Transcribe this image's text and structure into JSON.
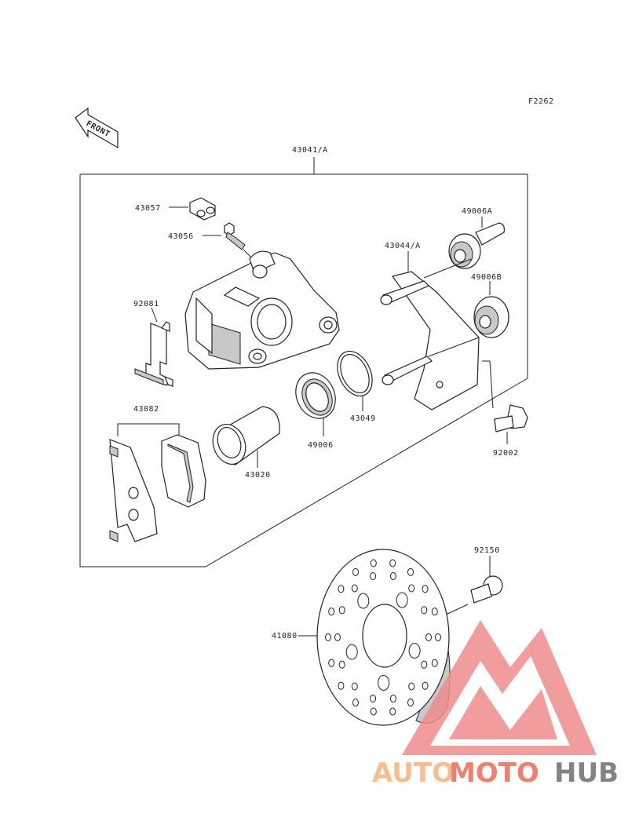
{
  "diagram": {
    "figure_code": "F2262",
    "front_label": "FRONT",
    "parts": {
      "p43041": "43041/A",
      "p43057": "43057",
      "p43056": "43056",
      "p49006A": "49006A",
      "p43044": "43044/A",
      "p49006B": "49006B",
      "p92081": "92081",
      "p43049": "43049",
      "p49006": "49006",
      "p43082": "43082",
      "p43020": "43020",
      "p92002": "92002",
      "p92150": "92150",
      "p41080": "41080"
    }
  },
  "watermark": {
    "part1": "AUTO",
    "part2": "MOTO",
    "part3": "HUB",
    "colors": {
      "auto": "#f6b27a",
      "moto": "#ee6a55",
      "hub": "#6e6e6e",
      "logo": "#f08d8d"
    }
  }
}
